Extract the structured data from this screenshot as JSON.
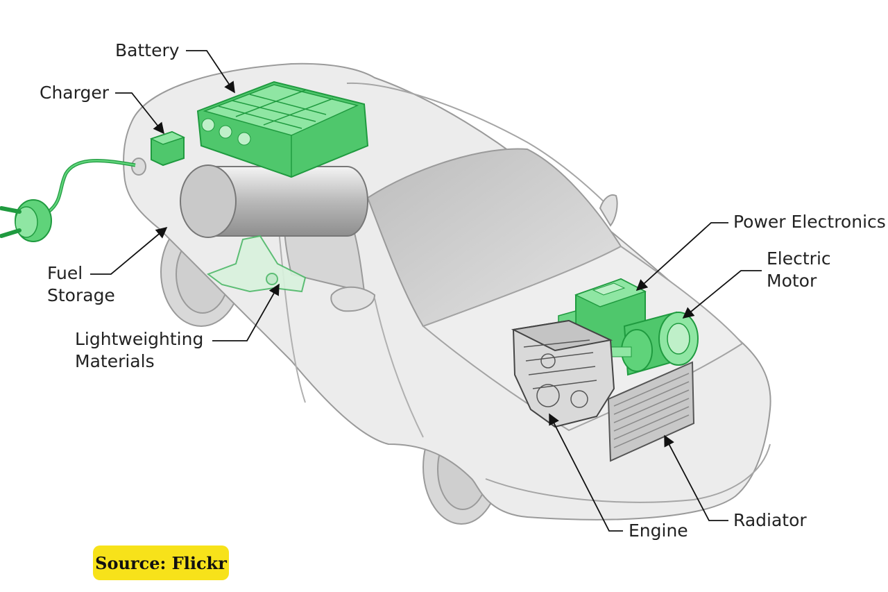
{
  "labels": {
    "battery": "Battery",
    "charger": "Charger",
    "fuel_storage": [
      "Fuel",
      "Storage"
    ],
    "lightweighting_materials": [
      "Lightweighting",
      "Materials"
    ],
    "power_electronics": "Power Electronics",
    "electric_motor": [
      "Electric",
      "Motor"
    ],
    "engine": "Engine",
    "radiator": "Radiator"
  },
  "source": "Source: Flickr",
  "colors": {
    "component_green": "#5fd37a",
    "component_green_dark": "#1f9a3f",
    "body_gray": "#e9e9e9",
    "badge_yellow": "#f7e21a"
  }
}
